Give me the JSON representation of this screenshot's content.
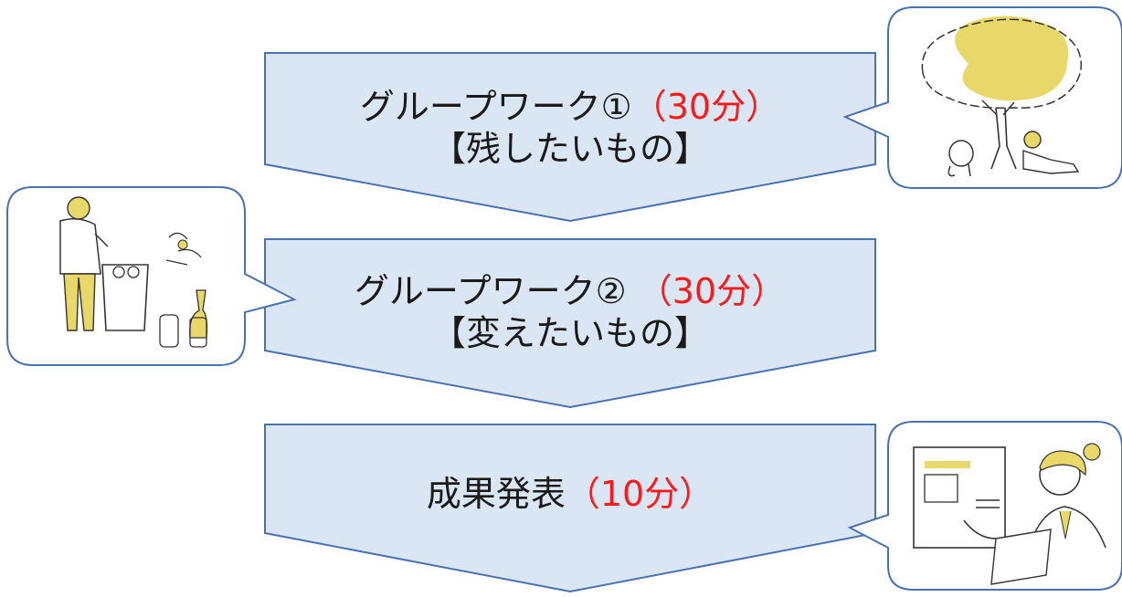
{
  "steps": [
    {
      "title": "グループワーク①",
      "duration": "（30分）",
      "subtitle": "【残したいもの】"
    },
    {
      "title": "グループワーク②",
      "duration": " （30分）",
      "subtitle": "【変えたいもの】"
    },
    {
      "title": "成果発表",
      "duration": "（10分）",
      "subtitle": ""
    }
  ],
  "colors": {
    "arrow_fill": "#dbe6f4",
    "arrow_stroke": "#4a72b0",
    "duration_text": "#ff1a1a",
    "bubble_stroke": "#4a72b0",
    "illustration_accent": "#e8d86a"
  },
  "illustrations": [
    {
      "icon": "person-relaxing-under-tree-with-dog-icon"
    },
    {
      "icon": "person-recycling-bottles-icon"
    },
    {
      "icon": "woman-presenting-document-icon"
    }
  ]
}
